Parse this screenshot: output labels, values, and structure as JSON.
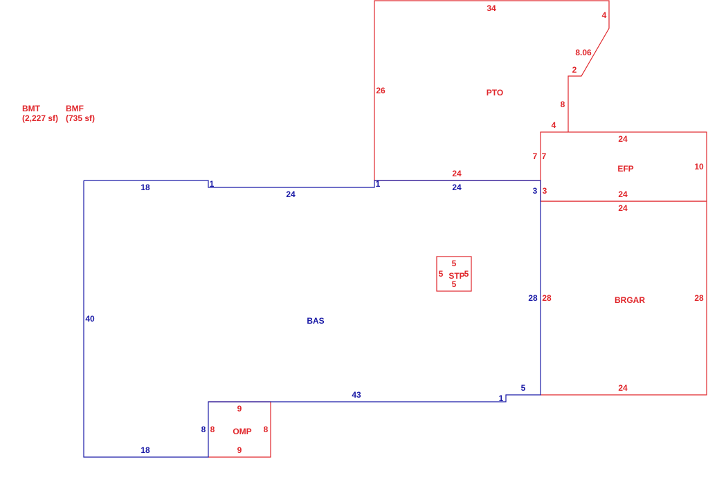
{
  "legend": {
    "bmt": {
      "code": "BMT",
      "area": "(2,227 sf)"
    },
    "bmf": {
      "code": "BMF",
      "area": "(735 sf)"
    }
  },
  "areas": {
    "pto": "PTO",
    "efp": "EFP",
    "bas": "BAS",
    "stp": "STP",
    "brgar": "BRGAR",
    "omp": "OMP"
  },
  "dims": {
    "pto_top": "34",
    "pto_right_top": "4",
    "pto_diag": "8.06",
    "pto_step": "2",
    "pto_right_low": "8",
    "pto_left": "26",
    "pto_bottom": "24",
    "pto_jog": "4",
    "efp_top": "24",
    "efp_left_red": "7",
    "efp_left_outer": "7",
    "efp_right": "10",
    "efp_bottom": "24",
    "efp_left_blue": "3",
    "efp_left_red_low": "3",
    "bas_top_left": "18",
    "bas_top_mid": "24",
    "bas_top_right": "24",
    "bas_jog1": "1",
    "bas_jog2": "1",
    "bas_left": "40",
    "bas_right_blue": "28",
    "bas_bottom": "43",
    "bas_step_jog": "1",
    "bas_step": "5",
    "bas_bottom_left": "18",
    "brgar_top": "24",
    "brgar_left": "28",
    "brgar_right": "28",
    "brgar_bottom": "24",
    "stp_top": "5",
    "stp_left": "5",
    "stp_right": "5",
    "stp_bottom": "5",
    "omp_top": "9",
    "omp_bottom": "9",
    "omp_left_blue": "8",
    "omp_left_red": "8",
    "omp_right": "8"
  },
  "colors": {
    "red": "#e0262b",
    "blue": "#1a1aa6"
  }
}
